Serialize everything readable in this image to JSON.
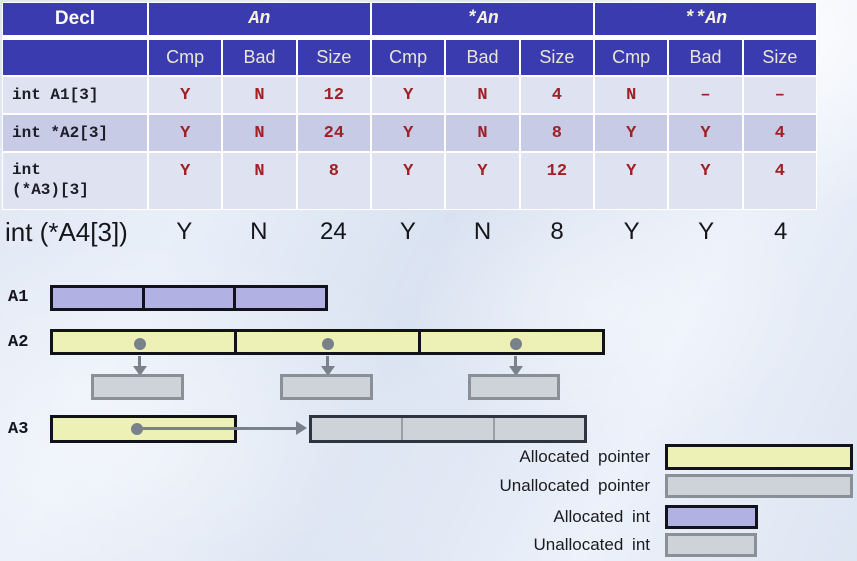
{
  "table": {
    "decl_header": "Decl",
    "groups": [
      {
        "label": "An"
      },
      {
        "label": "*An"
      },
      {
        "label": "**An"
      }
    ],
    "sub_headers": [
      "Cmp",
      "Bad",
      "Size"
    ],
    "rows": [
      {
        "decl": "int A1[3]",
        "values": [
          "Y",
          "N",
          "12",
          "Y",
          "N",
          "4",
          "N",
          "–",
          "–"
        ]
      },
      {
        "decl": "int *A2[3]",
        "values": [
          "Y",
          "N",
          "24",
          "Y",
          "N",
          "8",
          "Y",
          "Y",
          "4"
        ]
      },
      {
        "decl": "int\n(*A3)[3]",
        "values": [
          "Y",
          "N",
          "8",
          "Y",
          "Y",
          "12",
          "Y",
          "Y",
          "4"
        ]
      }
    ],
    "extra_row": {
      "decl": "int (*A4[3])",
      "values": [
        "Y",
        "N",
        "24",
        "Y",
        "N",
        "8",
        "Y",
        "Y",
        "4"
      ]
    }
  },
  "diagram": {
    "a1_label": "A1",
    "a2_label": "A2",
    "a3_label": "A3",
    "a1_cells": 3,
    "a2_cells": 3,
    "a3_pointer_cells": 1,
    "a3_target_cells": 3
  },
  "legend": [
    {
      "label": "Allocated pointer",
      "swatch": "allocated-pointer"
    },
    {
      "label": "Unallocated pointer",
      "swatch": "unallocated-pointer"
    },
    {
      "label": "Allocated int",
      "swatch": "allocated-int"
    },
    {
      "label": "Unallocated int",
      "swatch": "unallocated-int"
    }
  ],
  "colors": {
    "header_blue": "#3b3bb0",
    "row_light": "#dfe2f0",
    "row_dark": "#c7cbe5",
    "value_red": "#a02026",
    "decl_text": "#1d1d28",
    "allocated_pointer": "#eef1b6",
    "unallocated": "#cdd3d9",
    "allocated_int": "#b1b1e3",
    "black_border": "#12121a",
    "gray_border": "#899097",
    "arrow_gray": "#79828a"
  }
}
